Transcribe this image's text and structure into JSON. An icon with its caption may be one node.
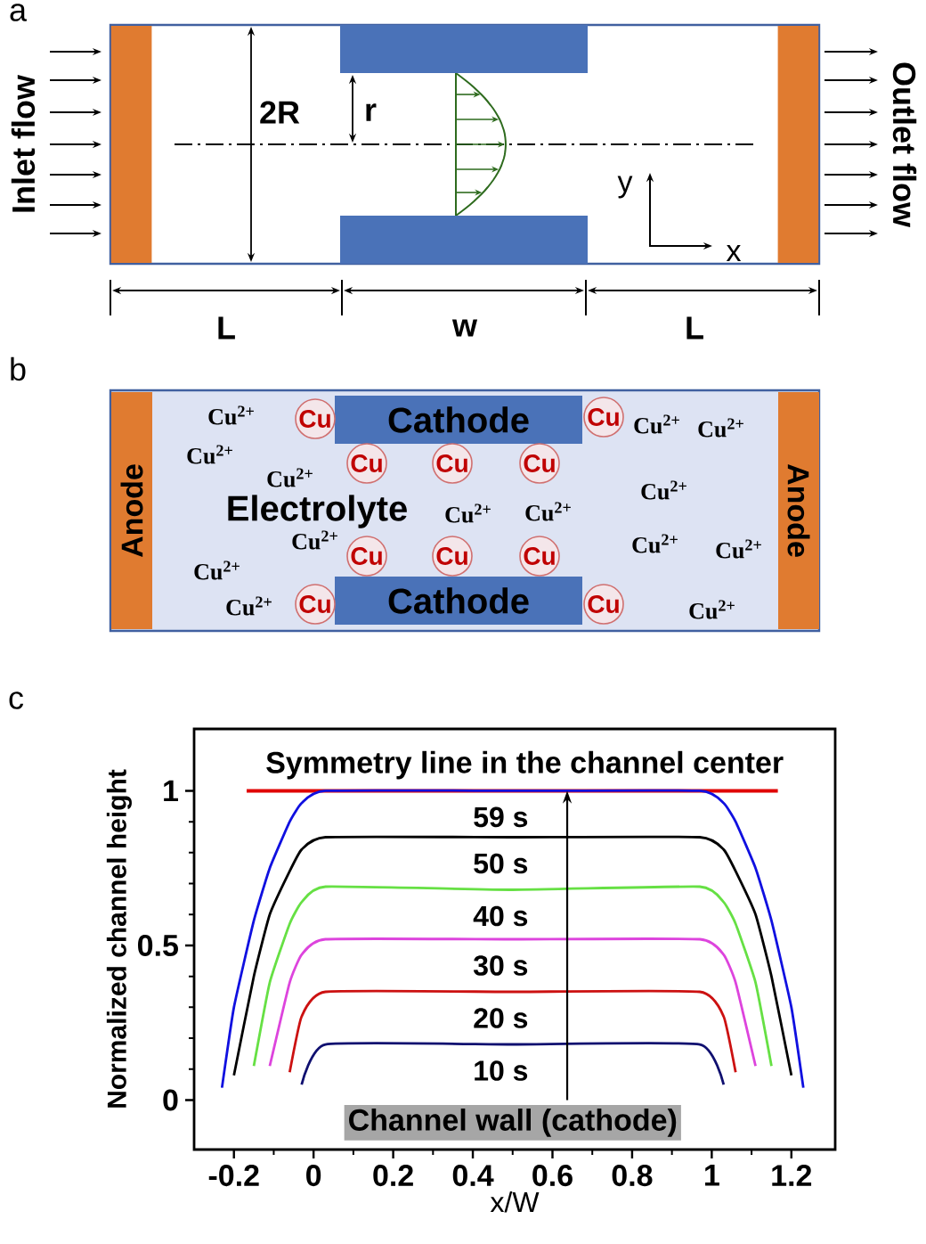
{
  "diagram": {
    "nodes": [
      {
        "text": [],
        "shape": "bar"
      },
      {
        "text": [],
        "shape": "bar"
      },
      {
        "text": [],
        "shape": "bar"
      },
      {
        "text": [],
        "shape": "bar"
      },
      {
        "text": [
          "Electrolyte"
        ]
      },
      {
        "text": [
          "Anode"
        ],
        "in": 4
      },
      {
        "text": [
          "Cu"
        ],
        "in": 4
      },
      {
        "text": [
          "Cathode"
        ],
        "in": 4
      },
      {
        "text": [
          "Cu"
        ],
        "in": 4
      },
      {
        "text": [
          "Cu"
        ],
        "in": 4
      },
      {
        "text": [
          "Cu"
        ],
        "in": 4
      },
      {
        "text": [
          "Cu"
        ],
        "in": 4
      },
      {
        "text": [
          "Cu"
        ],
        "in": 4
      },
      {
        "text": [
          "Cu"
        ],
        "in": 4
      },
      {
        "text": [
          "Cu"
        ],
        "in": 4
      },
      {
        "text": [
          "Cu"
        ],
        "in": 4
      },
      {
        "text": [
          "Cathode"
        ],
        "in": 4
      },
      {
        "text": [
          "Cu"
        ],
        "in": 4
      },
      {
        "text": [
          "Anode"
        ],
        "in": 4
      }
    ],
    "labels": [
      "a",
      "2R",
      "r",
      "Inlet flow",
      "Outlet flow",
      "y",
      "x",
      "L",
      "w",
      "L",
      "b",
      "Cu$^{2+}$",
      "Cu$^{2+}$",
      "Cu$^{2+}$",
      "Cu$^{2+}$",
      "Cu$^{2+}$",
      "Cu$^{2+}$",
      "Cu$^{2+}$",
      "Cu$^{2+}$",
      "Cu$^{2+}$",
      "Cu$^{2+}$",
      "Cu$^{2+}$",
      "Cu$^{2+}$",
      "Cu$^{2+}$",
      "Cu$^{2+}$",
      "c"
    ],
    "chart_data": {
      "type": "line",
      "xlabel": "x/W",
      "ylabel": "Normalized channel height",
      "x": [
        -0.23,
        -0.2,
        -0.15,
        -0.11,
        -0.06,
        -0.03,
        0.03,
        0.5,
        0.97,
        1.03,
        1.06,
        1.11,
        1.15,
        1.2,
        1.23
      ],
      "series": [
        {
          "name": "59 s",
          "color": "#1010e0",
          "values": [
            0.04,
            0.3,
            0.58,
            0.75,
            0.9,
            0.96,
            1,
            1,
            1,
            0.96,
            0.9,
            0.75,
            0.58,
            0.3,
            0.04
          ]
        },
        {
          "name": "50 s",
          "color": "#000000",
          "values": [
            null,
            0.08,
            0.4,
            0.6,
            0.74,
            0.81,
            0.85,
            0.85,
            0.85,
            0.81,
            0.74,
            0.6,
            0.4,
            0.08,
            null
          ]
        },
        {
          "name": "40 s",
          "color": "#66e044",
          "values": [
            null,
            null,
            0.11,
            0.38,
            0.57,
            0.64,
            0.69,
            0.68,
            0.69,
            0.64,
            0.57,
            0.38,
            0.11,
            null,
            null
          ]
        },
        {
          "name": "30 s",
          "color": "#dd44dd",
          "values": [
            null,
            null,
            null,
            0.11,
            0.38,
            0.47,
            0.52,
            0.52,
            0.52,
            0.47,
            0.38,
            0.11,
            null,
            null,
            null
          ]
        },
        {
          "name": "20 s",
          "color": "#cc1111",
          "values": [
            null,
            null,
            null,
            null,
            0.09,
            0.27,
            0.35,
            0.35,
            0.35,
            0.27,
            0.09,
            null,
            null,
            null,
            null
          ]
        },
        {
          "name": "10 s",
          "color": "#101070",
          "values": [
            null,
            null,
            null,
            null,
            null,
            0.05,
            0.18,
            0.18,
            0.18,
            0.05,
            null,
            null,
            null,
            null,
            null
          ]
        }
      ],
      "xlim": [
        -0.3,
        1.31
      ],
      "ylim": [
        -0.16,
        1.2
      ],
      "xticks": [
        -0.2,
        0,
        0.2,
        0.4,
        0.6,
        0.8,
        1,
        1.2
      ],
      "yticks": [
        0,
        0.5,
        1
      ],
      "ref_lines": [
        {
          "axis": "y",
          "value": 1,
          "color": "#e00000"
        }
      ],
      "annotations": [
        "Symmetry line in the channel center",
        "Channel wall (cathode)"
      ]
    }
  }
}
